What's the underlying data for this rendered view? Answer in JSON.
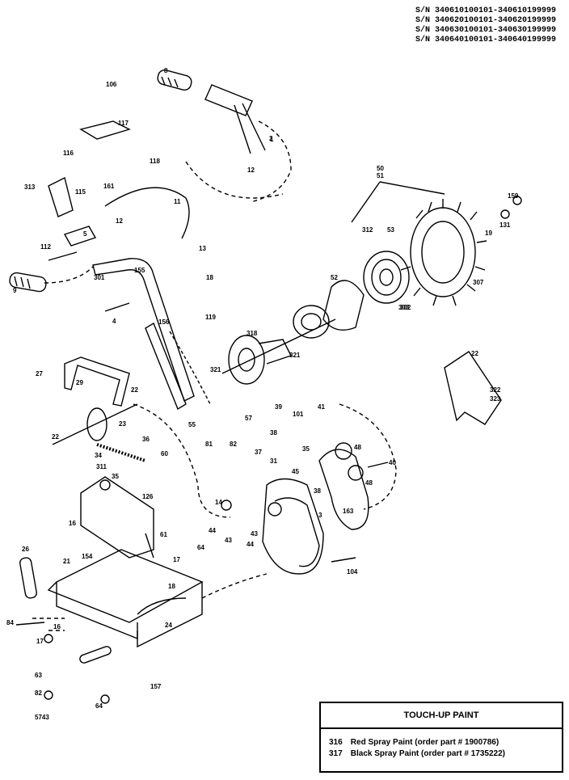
{
  "serial_numbers": [
    "S/N 340610100101-340610199999",
    "S/N 340620100101-340620199999",
    "S/N 340630100101-340630199999",
    "S/N 340640100101-340640199999"
  ],
  "part_labels": [
    "1",
    "2",
    "3",
    "4",
    "5",
    "8",
    "9",
    "11",
    "12",
    "12",
    "13",
    "14",
    "16",
    "16",
    "17",
    "17",
    "18",
    "18",
    "19",
    "21",
    "22",
    "22",
    "22",
    "23",
    "24",
    "26",
    "27",
    "29",
    "31",
    "34",
    "35",
    "35",
    "36",
    "37",
    "38",
    "38",
    "39",
    "40",
    "41",
    "43",
    "43",
    "44",
    "44",
    "45",
    "48",
    "48",
    "50",
    "51",
    "52",
    "53",
    "55",
    "57",
    "60",
    "61",
    "63",
    "64",
    "64",
    "81",
    "82",
    "82",
    "84",
    "101",
    "104",
    "106",
    "112",
    "115",
    "116",
    "117",
    "118",
    "119",
    "126",
    "131",
    "154",
    "155",
    "156",
    "157",
    "159",
    "161",
    "163",
    "301",
    "302",
    "303",
    "307",
    "311",
    "312",
    "313",
    "316",
    "317",
    "318",
    "321",
    "321",
    "322",
    "323",
    "5743"
  ],
  "touch_up_paint": {
    "title": "TOUCH-UP PAINT",
    "items": [
      {
        "number": "316",
        "text": "Red Spray Paint (order part # 1900786)"
      },
      {
        "number": "317",
        "text": "Black Spray Paint (order part # 1735222)"
      }
    ]
  }
}
